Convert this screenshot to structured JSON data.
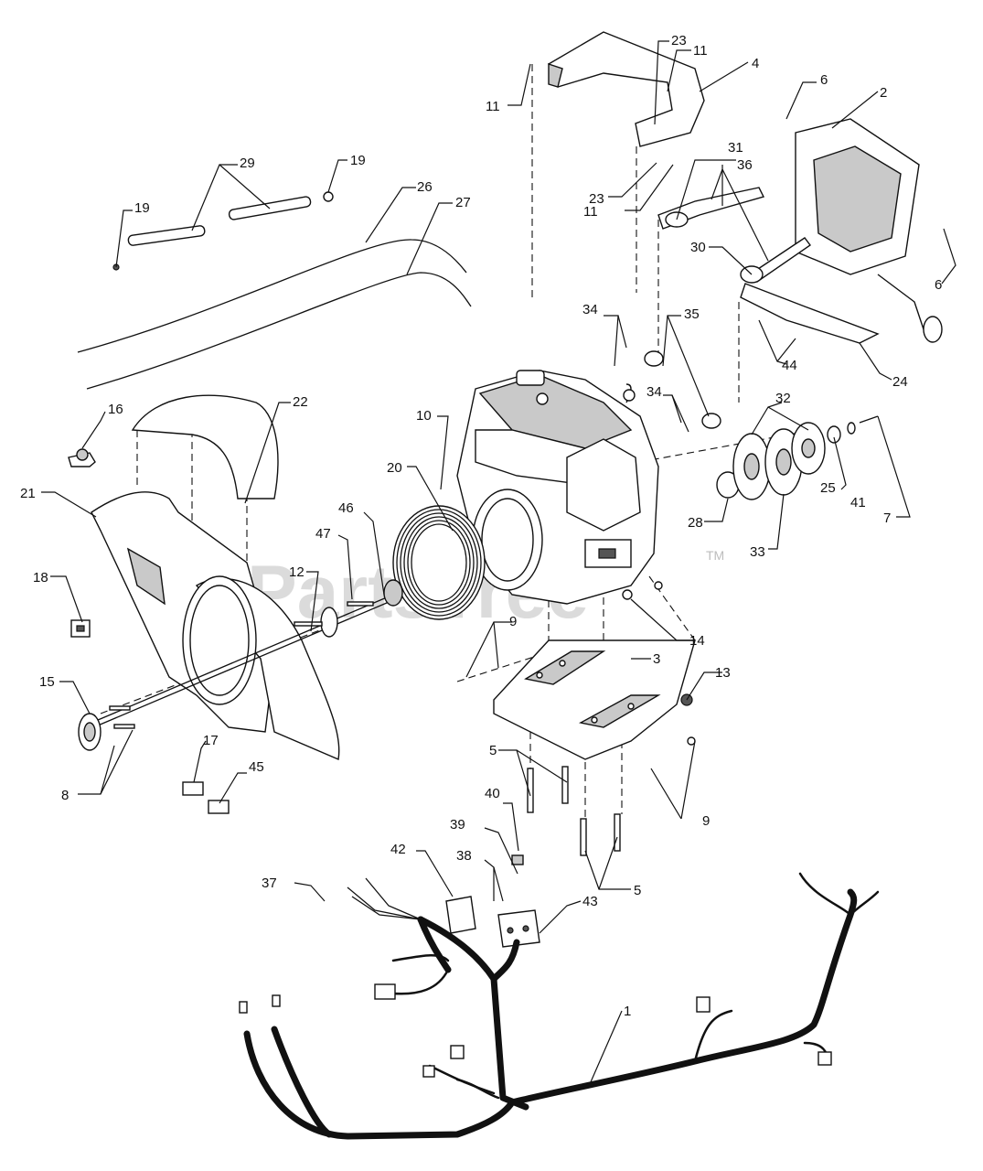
{
  "watermark": {
    "brand": "PartsTree",
    "trademark": "TM"
  },
  "callouts": {
    "c1": "1",
    "c2": "2",
    "c3": "3",
    "c4": "4",
    "c5a": "5",
    "c5b": "5",
    "c6a": "6",
    "c6b": "6",
    "c7": "7",
    "c8": "8",
    "c9a": "9",
    "c9b": "9",
    "c10": "10",
    "c11a": "11",
    "c11b": "11",
    "c11c": "11",
    "c12": "12",
    "c13": "13",
    "c14": "14",
    "c15": "15",
    "c16": "16",
    "c17": "17",
    "c18": "18",
    "c19a": "19",
    "c19b": "19",
    "c20": "20",
    "c21": "21",
    "c22": "22",
    "c23a": "23",
    "c23b": "23",
    "c24": "24",
    "c25": "25",
    "c26": "26",
    "c27": "27",
    "c28": "28",
    "c29": "29",
    "c30": "30",
    "c31": "31",
    "c32": "32",
    "c33": "33",
    "c34a": "34",
    "c34b": "34",
    "c35": "35",
    "c36": "36",
    "c37": "37",
    "c38": "38",
    "c39": "39",
    "c40": "40",
    "c41": "41",
    "c42": "42",
    "c43": "43",
    "c44": "44",
    "c45": "45",
    "c46": "46",
    "c47": "47"
  }
}
